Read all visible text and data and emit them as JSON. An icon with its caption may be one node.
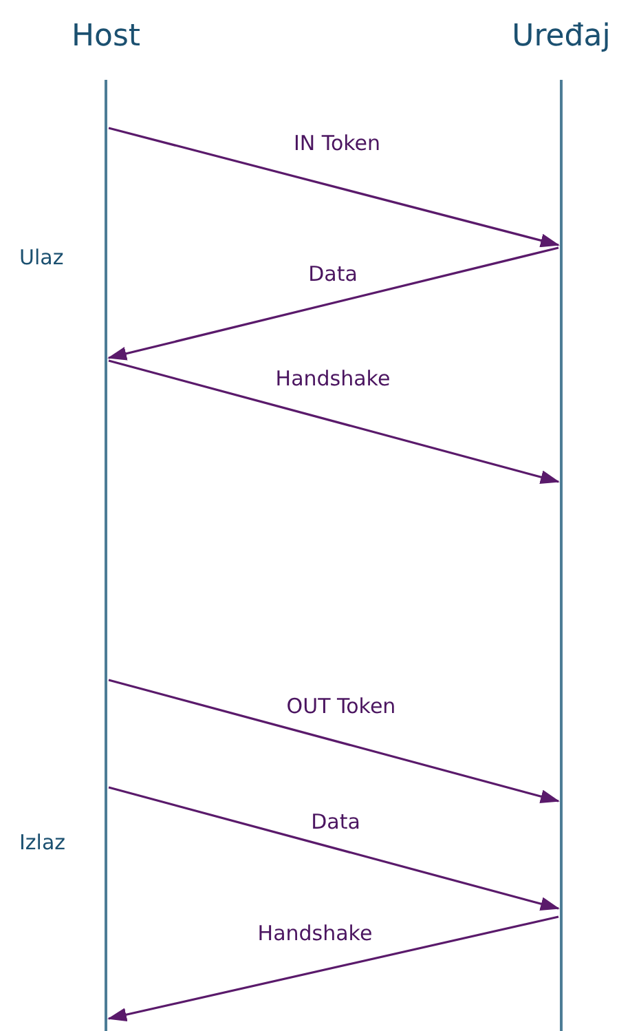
{
  "diagram": {
    "nodes": [
      {
        "text": [
          "Host"
        ]
      },
      {
        "text": [
          "Uređaj"
        ]
      }
    ],
    "edges": [
      {
        "from": 0,
        "to": 1,
        "arrow": "to",
        "label": "IN Token"
      },
      {
        "from": 1,
        "to": 0,
        "arrow": "to",
        "label": "Data"
      },
      {
        "from": 0,
        "to": 1,
        "arrow": "to",
        "label": "Handshake"
      },
      {
        "from": 0,
        "to": 1,
        "arrow": "to",
        "label": "OUT Token"
      },
      {
        "from": 0,
        "to": 1,
        "arrow": "to",
        "label": "Data"
      },
      {
        "from": 1,
        "to": 0,
        "arrow": "to",
        "label": "Handshake"
      }
    ],
    "labels": [
      "Ulaz",
      "Izlaz"
    ]
  }
}
